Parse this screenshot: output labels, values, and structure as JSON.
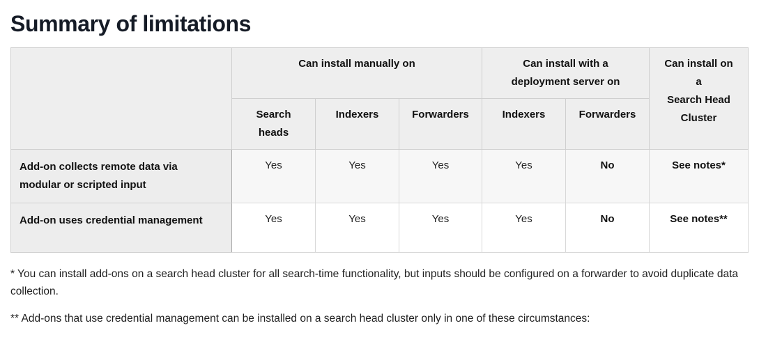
{
  "page": {
    "title": "Summary of limitations"
  },
  "table": {
    "corner_blank": "",
    "group_headers": [
      {
        "label": "Can install manually on",
        "span": 3
      },
      {
        "label": "Can install with a\ndeployment server on",
        "span": 2
      }
    ],
    "group_header_manual": "Can install manually on",
    "group_header_deployment_line1": "Can install with a",
    "group_header_deployment_line2": "deployment server on",
    "shc_header_line1": "Can install on",
    "shc_header_line2": "a",
    "shc_header_line3": "Search Head",
    "shc_header_line4": "Cluster",
    "sub_headers": [
      "Search\nheads",
      "Indexers",
      "Forwarders",
      "Indexers",
      "Forwarders"
    ],
    "sub_header_search_heads_line1": "Search",
    "sub_header_search_heads_line2": "heads",
    "sub_header_indexers_manual": "Indexers",
    "sub_header_forwarders_manual": "Forwarders",
    "sub_header_indexers_deployment": "Indexers",
    "sub_header_forwarders_deployment": "Forwarders",
    "rows": [
      {
        "label": "Add-on collects remote data via modular or scripted input",
        "cells": [
          "Yes",
          "Yes",
          "Yes",
          "Yes",
          "No",
          "See notes*"
        ],
        "emphasis": [
          false,
          false,
          false,
          false,
          true,
          true
        ]
      },
      {
        "label": "Add-on uses credential management",
        "cells": [
          "Yes",
          "Yes",
          "Yes",
          "Yes",
          "No",
          "See notes**"
        ],
        "emphasis": [
          false,
          false,
          false,
          false,
          true,
          true
        ]
      }
    ]
  },
  "footnotes": [
    "* You can install add-ons on a search head cluster for all search-time functionality, but inputs should be configured on a forwarder to avoid duplicate data collection.",
    "** Add-ons that use credential management can be installed on a search head cluster only in one of these circumstances:"
  ],
  "colors": {
    "title": "#151b26",
    "header_bg": "#eeeeee",
    "row_label_bg": "#ededed",
    "row_shaded_bg": "#f7f7f7",
    "border": "#d8d8d8"
  }
}
